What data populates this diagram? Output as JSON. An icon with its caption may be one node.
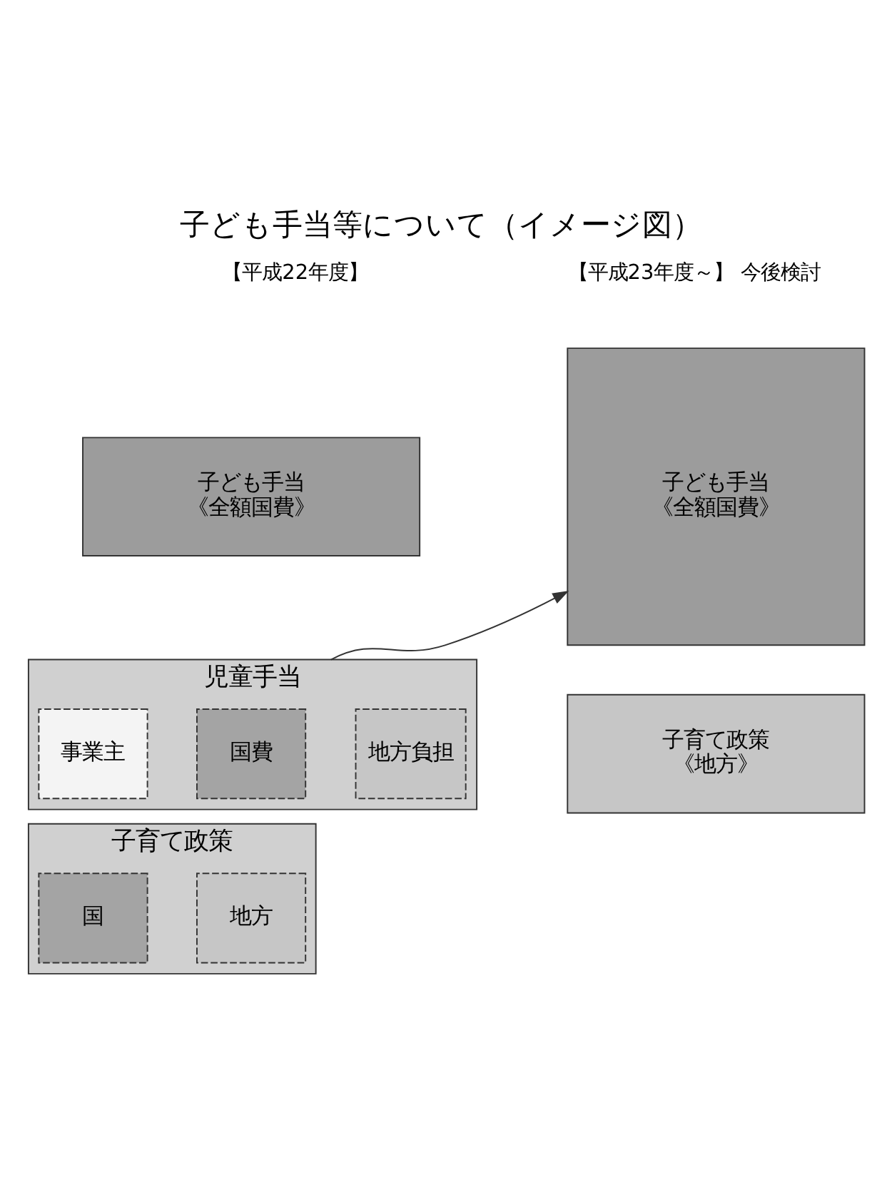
{
  "diagram": {
    "title": "子ども手当等について（イメージ図）",
    "nodes": [
      {
        "text": [
          "子ども手当",
          "《全額国費》"
        ]
      },
      {
        "text": [
          "児童手当"
        ]
      },
      {
        "text": [
          "事業主"
        ],
        "in": 1
      },
      {
        "text": [
          "国費"
        ],
        "in": 1
      },
      {
        "text": [
          "地方負担"
        ],
        "in": 1
      },
      {
        "text": [
          "子育て政策"
        ]
      },
      {
        "text": [
          "国"
        ],
        "in": 5
      },
      {
        "text": [
          "地方"
        ],
        "in": 5
      },
      {
        "text": [
          "子ども手当",
          "《全額国費》"
        ]
      },
      {
        "text": [
          "子育て政策",
          "《地方》"
        ]
      }
    ],
    "edges": [
      {
        "from": 1,
        "to": 8,
        "arrow": "to"
      }
    ],
    "labels": [
      "【平成22年度】",
      "【平成23年度～】 今後検討"
    ]
  }
}
